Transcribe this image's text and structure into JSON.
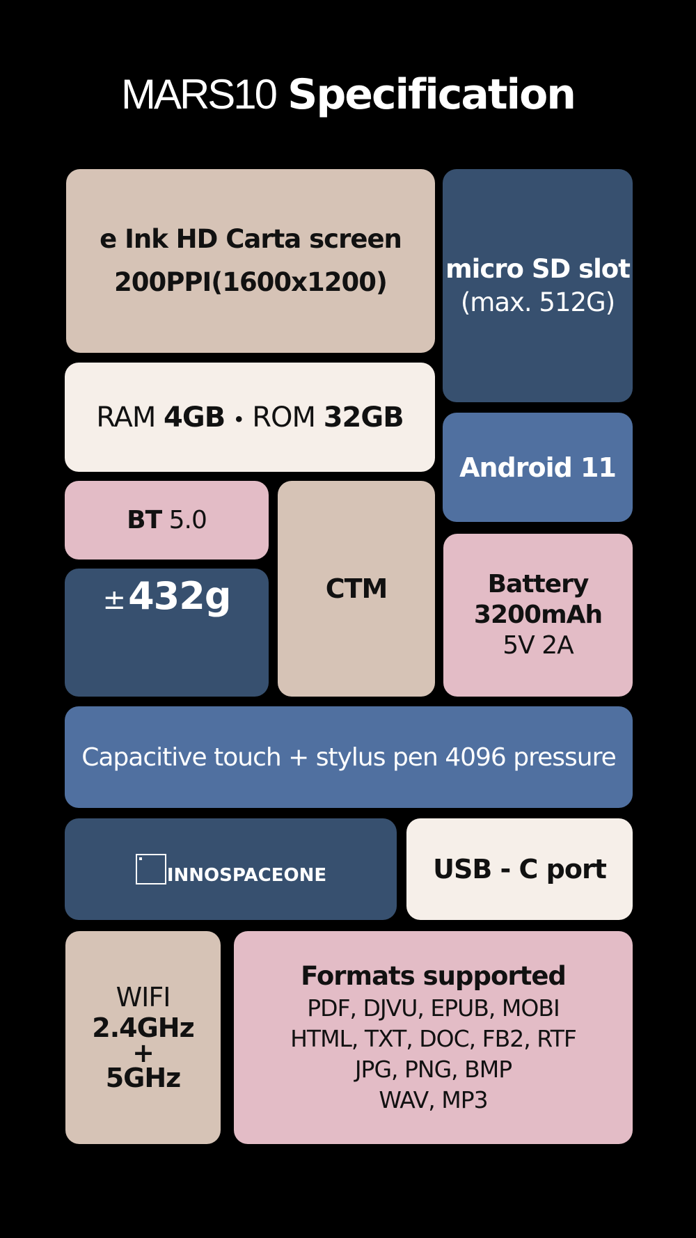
{
  "title": {
    "model": "MARS10",
    "word": "Specification"
  },
  "colors": {
    "background": "#000000",
    "beige": "#d6c3b6",
    "cream": "#f6efe9",
    "navy": "#37506f",
    "blue": "#5070a0",
    "pink": "#e3bcc6"
  },
  "screen": {
    "line1": "e Ink HD Carta screen",
    "line2": "200PPI(1600x1200)"
  },
  "sd": {
    "line1": "micro SD slot",
    "line2": "(max. 512G)"
  },
  "memory": {
    "ram_label": "RAM",
    "ram_value": "4GB",
    "separator": "・",
    "rom_label": "ROM",
    "rom_value": "32GB"
  },
  "android": {
    "label": "Android 11"
  },
  "bt": {
    "label": "BT",
    "value": "5.0"
  },
  "ctm": {
    "label": "CTM"
  },
  "battery": {
    "line1": "Battery",
    "line2": "3200mAh",
    "line3": "5V 2A"
  },
  "weight": {
    "prefix": "±",
    "value": "432g"
  },
  "touch": {
    "label": "Capacitive touch + stylus pen 4096 pressure"
  },
  "brand": {
    "logo_text": "INNOSPACEONE",
    "logo_icon": "square-frame-logo"
  },
  "usb": {
    "label": "USB - C port"
  },
  "wifi": {
    "line1": "WIFI",
    "line2": "2.4GHz",
    "line3": "+",
    "line4": "5GHz"
  },
  "formats": {
    "heading": "Formats supported",
    "lines": [
      "PDF, DJVU, EPUB, MOBI",
      "HTML, TXT, DOC, FB2, RTF",
      "JPG, PNG, BMP",
      "WAV, MP3"
    ]
  }
}
